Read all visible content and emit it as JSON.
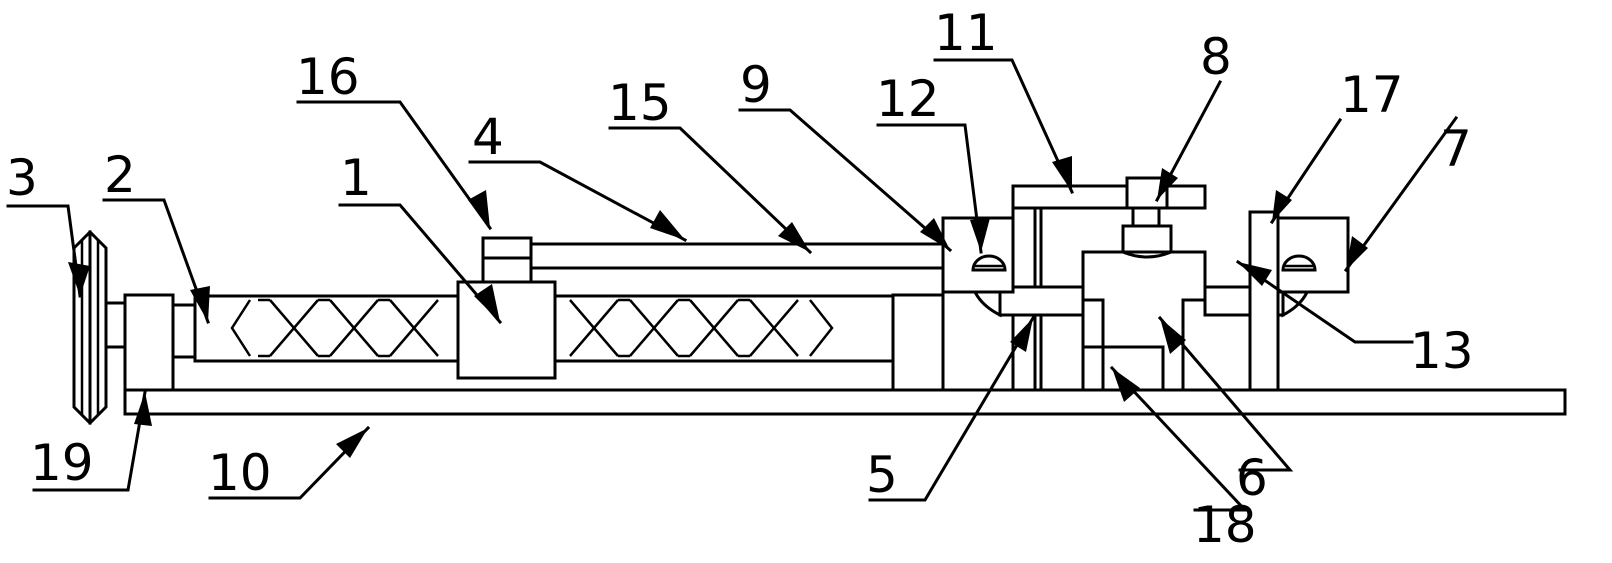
{
  "diagram": {
    "parts": [
      {
        "id": "p3",
        "label": "3"
      },
      {
        "id": "p2",
        "label": "2"
      },
      {
        "id": "p1",
        "label": "1"
      },
      {
        "id": "p16",
        "label": "16"
      },
      {
        "id": "p4",
        "label": "4"
      },
      {
        "id": "p15",
        "label": "15"
      },
      {
        "id": "p9",
        "label": "9"
      },
      {
        "id": "p12",
        "label": "12"
      },
      {
        "id": "p11",
        "label": "11"
      },
      {
        "id": "p8",
        "label": "8"
      },
      {
        "id": "p17",
        "label": "17"
      },
      {
        "id": "p7",
        "label": "7"
      },
      {
        "id": "p13",
        "label": "13"
      },
      {
        "id": "p6",
        "label": "6"
      },
      {
        "id": "p18",
        "label": "18"
      },
      {
        "id": "p5",
        "label": "5"
      },
      {
        "id": "p10",
        "label": "10"
      },
      {
        "id": "p19",
        "label": "19"
      }
    ]
  }
}
